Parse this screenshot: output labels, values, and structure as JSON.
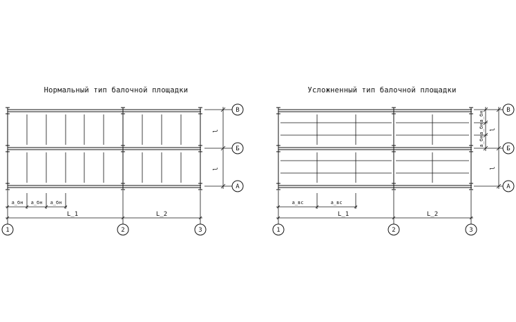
{
  "diagrams": [
    {
      "title": "Нормальный тип балочной площадки",
      "dims_bottom": [
        "a_бн",
        "a_бн",
        "a_бн"
      ],
      "span_labels": [
        "L_1",
        "L_2"
      ],
      "dims_right": [
        "l",
        "l"
      ],
      "axes_bottom": [
        "1",
        "2",
        "3"
      ],
      "axes_right": [
        "В",
        "Б",
        "А"
      ]
    },
    {
      "title": "Усложненный тип балочной площадки",
      "dims_bottom": [
        "a_вс",
        "a_вс"
      ],
      "span_labels": [
        "L_1",
        "L_2"
      ],
      "dims_right": [
        "a_бн",
        "a_бн",
        "a_бн",
        "l",
        "l"
      ],
      "axes_bottom": [
        "1",
        "2",
        "3"
      ],
      "axes_right": [
        "В",
        "Б",
        "А"
      ]
    }
  ]
}
